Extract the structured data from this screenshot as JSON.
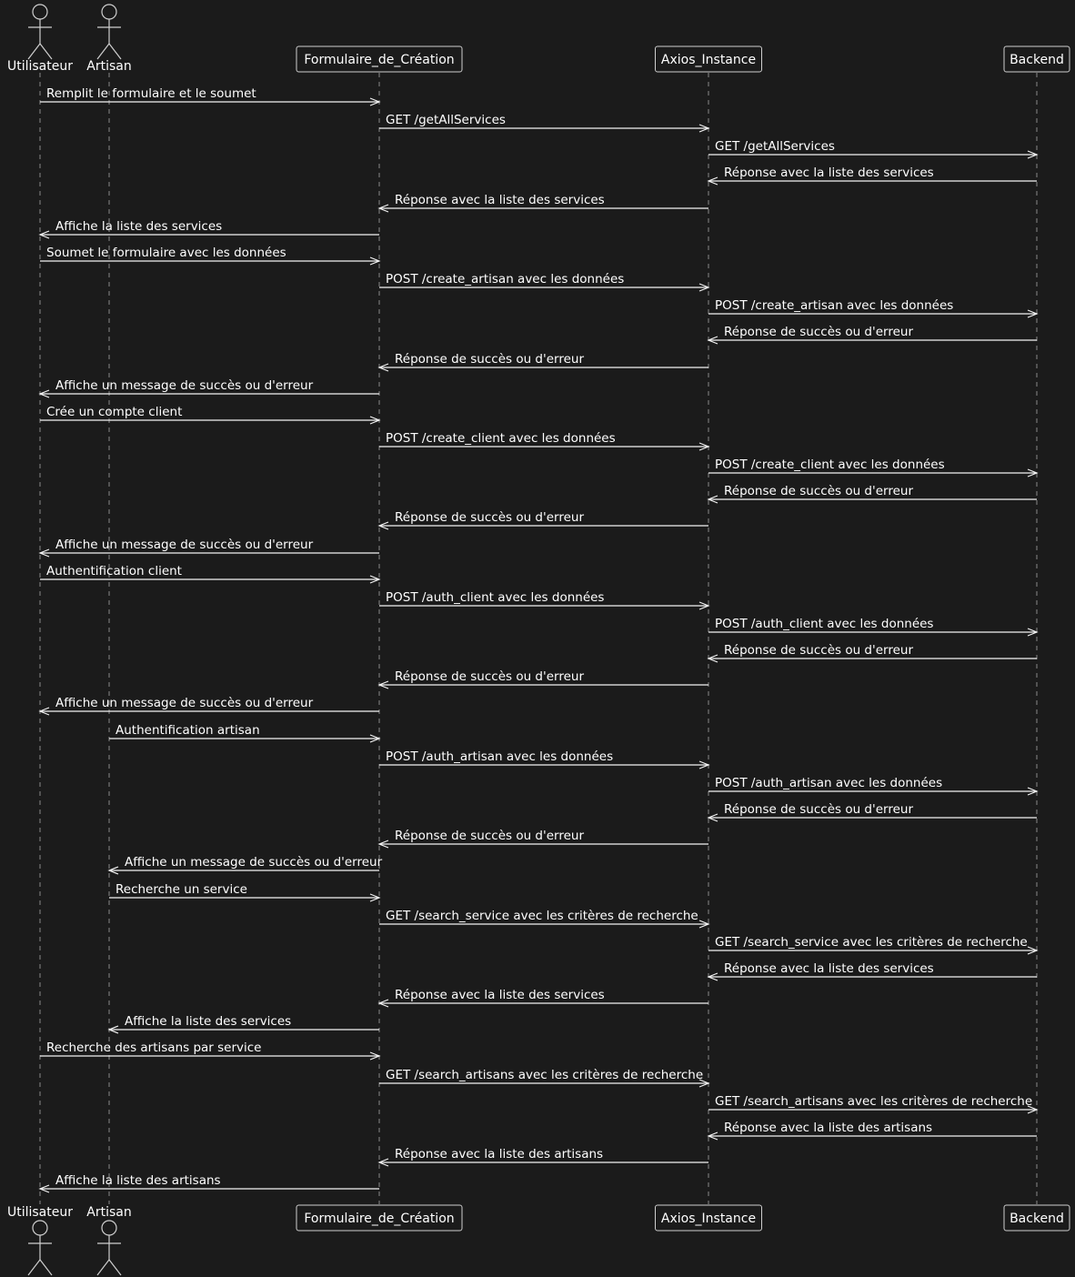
{
  "participants": [
    {
      "id": "utilisateur",
      "name": "Utilisateur",
      "kind": "actor"
    },
    {
      "id": "artisan",
      "name": "Artisan",
      "kind": "actor"
    },
    {
      "id": "formulaire",
      "name": "Formulaire_de_Création",
      "kind": "participant"
    },
    {
      "id": "axios",
      "name": "Axios_Instance",
      "kind": "participant"
    },
    {
      "id": "backend",
      "name": "Backend",
      "kind": "participant"
    }
  ],
  "messages": [
    {
      "from": "utilisateur",
      "to": "formulaire",
      "text": "Remplit le formulaire et le soumet"
    },
    {
      "from": "formulaire",
      "to": "axios",
      "text": "GET /getAllServices"
    },
    {
      "from": "axios",
      "to": "backend",
      "text": "GET /getAllServices"
    },
    {
      "from": "backend",
      "to": "axios",
      "text": "Réponse avec la liste des services"
    },
    {
      "from": "axios",
      "to": "formulaire",
      "text": "Réponse avec la liste des services"
    },
    {
      "from": "formulaire",
      "to": "utilisateur",
      "text": "Affiche la liste des services"
    },
    {
      "from": "utilisateur",
      "to": "formulaire",
      "text": "Soumet le formulaire avec les données"
    },
    {
      "from": "formulaire",
      "to": "axios",
      "text": "POST /create_artisan avec les données"
    },
    {
      "from": "axios",
      "to": "backend",
      "text": "POST /create_artisan avec les données"
    },
    {
      "from": "backend",
      "to": "axios",
      "text": "Réponse de succès ou d'erreur"
    },
    {
      "from": "axios",
      "to": "formulaire",
      "text": "Réponse de succès ou d'erreur"
    },
    {
      "from": "formulaire",
      "to": "utilisateur",
      "text": "Affiche un message de succès ou d'erreur"
    },
    {
      "from": "utilisateur",
      "to": "formulaire",
      "text": "Crée un compte client"
    },
    {
      "from": "formulaire",
      "to": "axios",
      "text": "POST /create_client avec les données"
    },
    {
      "from": "axios",
      "to": "backend",
      "text": "POST /create_client avec les données"
    },
    {
      "from": "backend",
      "to": "axios",
      "text": "Réponse de succès ou d'erreur"
    },
    {
      "from": "axios",
      "to": "formulaire",
      "text": "Réponse de succès ou d'erreur"
    },
    {
      "from": "formulaire",
      "to": "utilisateur",
      "text": "Affiche un message de succès ou d'erreur"
    },
    {
      "from": "utilisateur",
      "to": "formulaire",
      "text": "Authentification client"
    },
    {
      "from": "formulaire",
      "to": "axios",
      "text": "POST /auth_client avec les données"
    },
    {
      "from": "axios",
      "to": "backend",
      "text": "POST /auth_client avec les données"
    },
    {
      "from": "backend",
      "to": "axios",
      "text": "Réponse de succès ou d'erreur"
    },
    {
      "from": "axios",
      "to": "formulaire",
      "text": "Réponse de succès ou d'erreur"
    },
    {
      "from": "formulaire",
      "to": "utilisateur",
      "text": "Affiche un message de succès ou d'erreur"
    },
    {
      "from": "artisan",
      "to": "formulaire",
      "text": "Authentification artisan"
    },
    {
      "from": "formulaire",
      "to": "axios",
      "text": "POST /auth_artisan avec les données"
    },
    {
      "from": "axios",
      "to": "backend",
      "text": "POST /auth_artisan avec les données"
    },
    {
      "from": "backend",
      "to": "axios",
      "text": "Réponse de succès ou d'erreur"
    },
    {
      "from": "axios",
      "to": "formulaire",
      "text": "Réponse de succès ou d'erreur"
    },
    {
      "from": "formulaire",
      "to": "artisan",
      "text": "Affiche un message de succès ou d'erreur"
    },
    {
      "from": "artisan",
      "to": "formulaire",
      "text": "Recherche un service"
    },
    {
      "from": "formulaire",
      "to": "axios",
      "text": "GET /search_service avec les critères de recherche"
    },
    {
      "from": "axios",
      "to": "backend",
      "text": "GET /search_service avec les critères de recherche"
    },
    {
      "from": "backend",
      "to": "axios",
      "text": "Réponse avec la liste des services"
    },
    {
      "from": "axios",
      "to": "formulaire",
      "text": "Réponse avec la liste des services"
    },
    {
      "from": "formulaire",
      "to": "artisan",
      "text": "Affiche la liste des services"
    },
    {
      "from": "utilisateur",
      "to": "formulaire",
      "text": "Recherche des artisans par service"
    },
    {
      "from": "formulaire",
      "to": "axios",
      "text": "GET /search_artisans avec les critères de recherche"
    },
    {
      "from": "axios",
      "to": "backend",
      "text": "GET /search_artisans avec les critères de recherche"
    },
    {
      "from": "backend",
      "to": "axios",
      "text": "Réponse avec la liste des artisans"
    },
    {
      "from": "axios",
      "to": "formulaire",
      "text": "Réponse avec la liste des artisans"
    },
    {
      "from": "formulaire",
      "to": "utilisateur",
      "text": "Affiche la liste des artisans"
    }
  ],
  "colors": {
    "background": "#1b1b1b",
    "line": "#f2f2f2",
    "lifeline": "#8a8a8a",
    "text": "#ffffff"
  }
}
